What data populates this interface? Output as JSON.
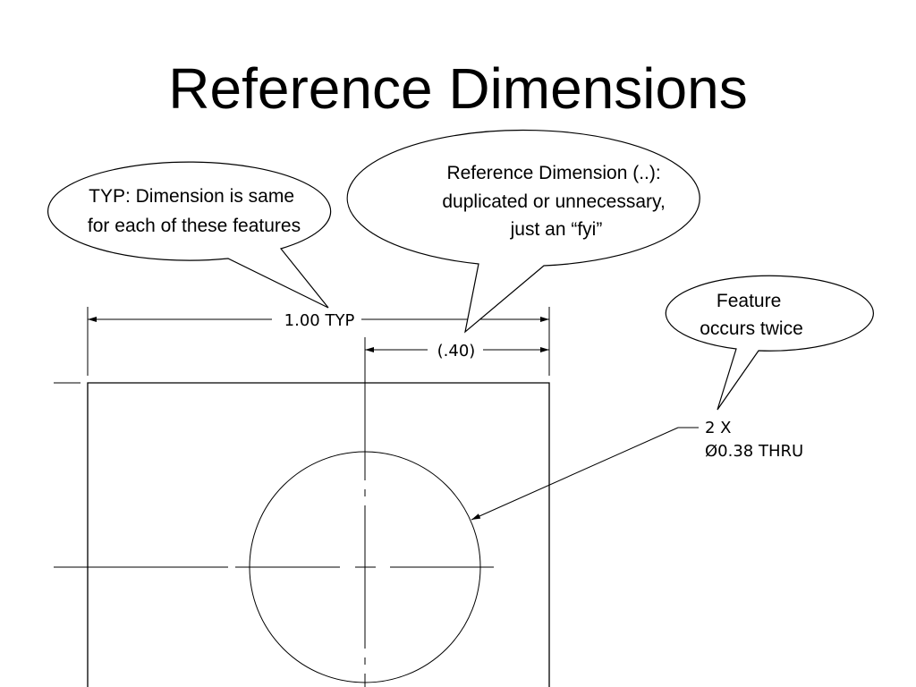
{
  "slide": {
    "title": "Reference Dimensions"
  },
  "callouts": {
    "typ": {
      "lines": [
        "TYP: Dimension is same",
        "for each of these features"
      ]
    },
    "reference": {
      "lines": [
        "Reference Dimension (..):",
        "duplicated  or unnecessary,",
        "just an “fyi”"
      ]
    },
    "feature": {
      "lines": [
        "Feature",
        "occurs twice"
      ]
    }
  },
  "drawing": {
    "dimension_overall": "1.00 TYP",
    "dimension_reference": "(.40)",
    "hole_count": "2 X",
    "hole_spec": "Ø0.38 THRU"
  },
  "colors": {
    "line": "#000000",
    "background": "#ffffff"
  }
}
